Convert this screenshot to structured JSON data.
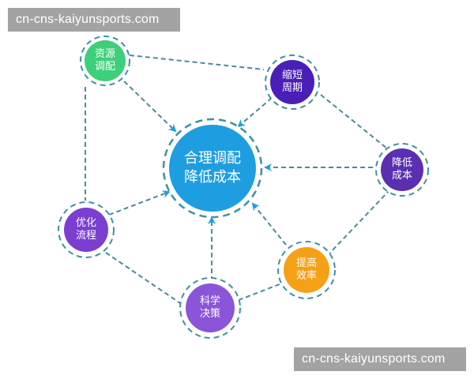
{
  "diagram": {
    "type": "network",
    "center": {
      "id": "center",
      "lines": [
        "合理调配",
        "降低成本"
      ],
      "color": "#1e9ee0",
      "ring_color": "#3f8fa6"
    },
    "nodes": [
      {
        "id": "resource",
        "lines": [
          "资源",
          "调配"
        ],
        "color": "#3ecf7a"
      },
      {
        "id": "cycle",
        "lines": [
          "缩短",
          "周期"
        ],
        "color": "#4a1fb8"
      },
      {
        "id": "cost",
        "lines": [
          "降低",
          "成本"
        ],
        "color": "#5a2fb0"
      },
      {
        "id": "process",
        "lines": [
          "优化",
          "流程"
        ],
        "color": "#7a3fd0"
      },
      {
        "id": "efficiency",
        "lines": [
          "提高",
          "效率"
        ],
        "color": "#f5a016"
      },
      {
        "id": "decision",
        "lines": [
          "科学",
          "决策"
        ],
        "color": "#8a55d8"
      }
    ],
    "edges": [
      {
        "from": "resource",
        "to": "center",
        "arrow": true
      },
      {
        "from": "cycle",
        "to": "center",
        "arrow": true
      },
      {
        "from": "cost",
        "to": "center",
        "arrow": true
      },
      {
        "from": "process",
        "to": "center",
        "arrow": true
      },
      {
        "from": "decision",
        "to": "center",
        "arrow": true
      },
      {
        "from": "efficiency",
        "to": "center",
        "arrow": true
      },
      {
        "from": "resource",
        "to": "cycle",
        "arrow": false
      },
      {
        "from": "resource",
        "to": "process",
        "arrow": false
      },
      {
        "from": "cycle",
        "to": "cost",
        "arrow": false
      },
      {
        "from": "cost",
        "to": "efficiency",
        "arrow": false
      },
      {
        "from": "efficiency",
        "to": "decision",
        "arrow": false
      },
      {
        "from": "process",
        "to": "decision",
        "arrow": false
      }
    ],
    "line_color": "#4d8a99"
  },
  "watermarks": {
    "top": "cn-cns-kaiyunsports.com",
    "bottom": "cn-cns-kaiyunsports.com",
    "background": "#a3a3a3"
  }
}
